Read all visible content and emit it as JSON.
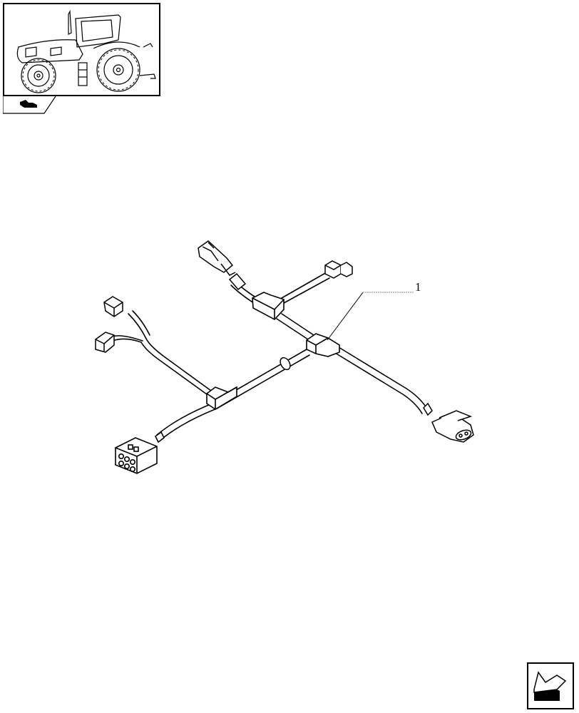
{
  "page": {
    "type": "parts-catalog-illustration",
    "subject": "wiring harness"
  },
  "thumbnail": {
    "icon": "tractor-illustration",
    "tab_icon": "section-arrow-icon"
  },
  "callouts": [
    {
      "label": "1",
      "target": "wiring-harness"
    }
  ],
  "navigation": {
    "next_icon": "arrow-back-icon"
  },
  "colors": {
    "line": "#000000",
    "background": "#ffffff",
    "leader": "#888888"
  }
}
